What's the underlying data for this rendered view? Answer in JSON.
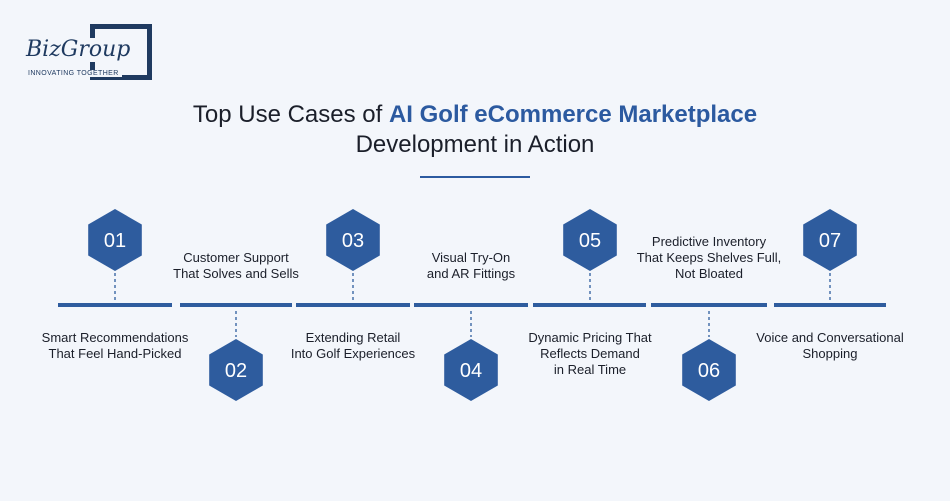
{
  "brand": {
    "logo_text": "BizGroup",
    "tagline": "INNOVATING TOGETHER",
    "color": "#1f3a60"
  },
  "title": {
    "prefix": "Top Use Cases of",
    "highlight": "AI Golf eCommerce Marketplace",
    "line2": "Development in Action",
    "accent_color": "#2c5aa0"
  },
  "steps": [
    {
      "number": "01",
      "label": "Smart Recommendations\nThat Feel Hand-Picked",
      "position": "top"
    },
    {
      "number": "02",
      "label": "Customer Support\nThat Solves and Sells",
      "position": "bottom"
    },
    {
      "number": "03",
      "label": "Extending Retail\nInto Golf Experiences",
      "position": "top"
    },
    {
      "number": "04",
      "label": "Visual Try-On\nand AR Fittings",
      "position": "bottom"
    },
    {
      "number": "05",
      "label": "Dynamic Pricing That\nReflects Demand\nin Real Time",
      "position": "top"
    },
    {
      "number": "06",
      "label": "Predictive Inventory\nThat Keeps Shelves Full,\nNot Bloated",
      "position": "bottom"
    },
    {
      "number": "07",
      "label": "Voice and Conversational\nShopping",
      "position": "top"
    }
  ],
  "colors": {
    "hexagon": "#2e5c9e",
    "background": "#f3f6fb"
  }
}
